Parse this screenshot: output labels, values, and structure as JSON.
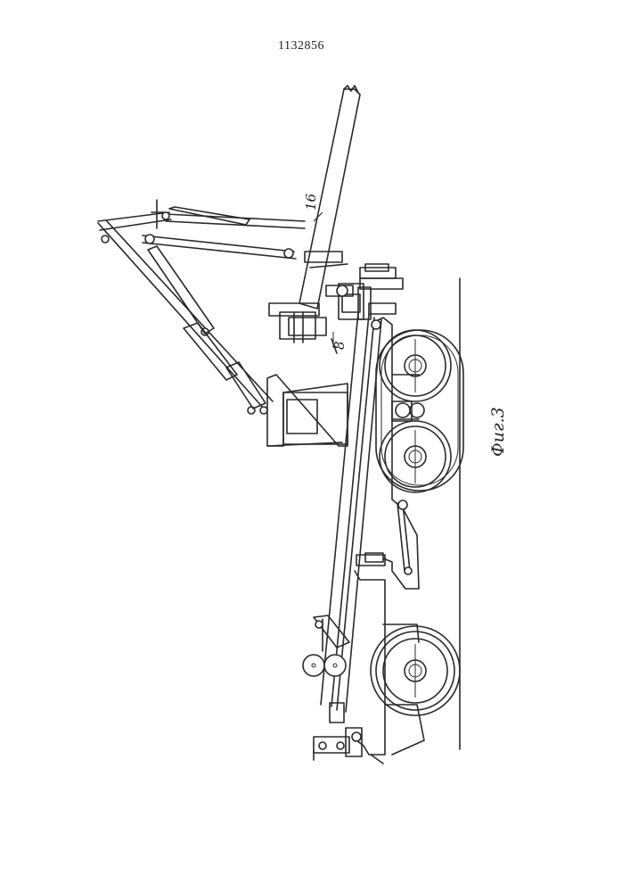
{
  "document": {
    "number": "1132856",
    "figure_caption": "Фиг.3"
  },
  "callouts": [
    {
      "id": "16",
      "text": "16"
    },
    {
      "id": "8",
      "text": "8"
    }
  ]
}
